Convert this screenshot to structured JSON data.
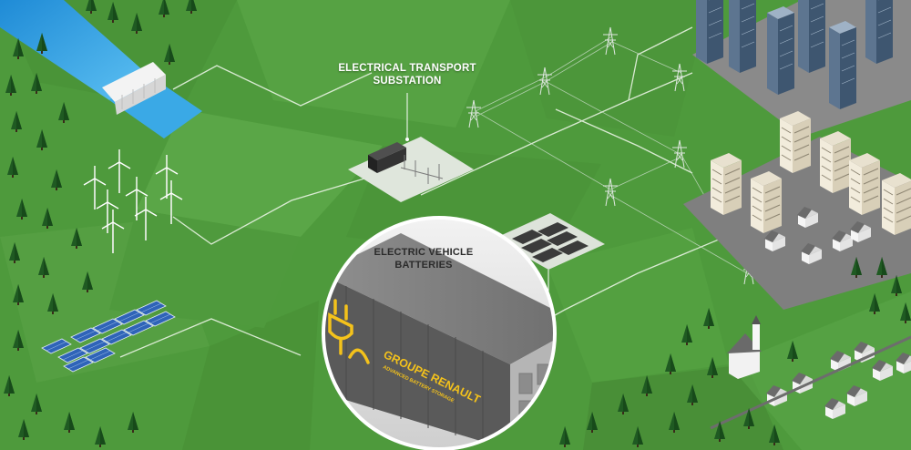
{
  "labels": {
    "substation_line1": "ELECTRICAL TRANSPORT",
    "substation_line2": "SUBSTATION",
    "batteries_line1": "ELECTRIC VEHICLE",
    "batteries_line2": "BATTERIES"
  },
  "container": {
    "brand": "GROUPE RENAULT",
    "brand_sub": "ADVANCED BATTERY STORAGE"
  },
  "colors": {
    "grass": "#4e9a3c",
    "flow_lines": "#e8f3e2",
    "brand_yellow": "#f4c21b"
  }
}
